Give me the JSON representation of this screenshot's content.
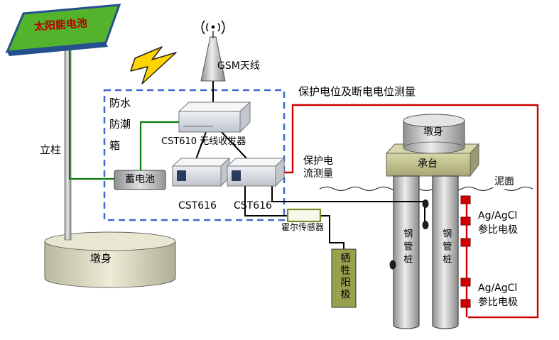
{
  "labels": {
    "solar_panel": "太阳能电池",
    "pillar": "立柱",
    "pier_left": "墩身",
    "gsm_antenna": "GSM天线",
    "waterproof_box": "防水\n防潮\n箱",
    "transceiver": "CST610 无线收发器",
    "battery": "蓄电池",
    "cst616_left": "CST616",
    "cst616_right": "CST616",
    "potential_measurement": "保护电位及断电电位测量",
    "current_measurement": "保护电\n流测量",
    "hall_sensor": "霍尔传感器",
    "sacrificial_anode": "牺牲阳极",
    "pier_right": "墩身",
    "cap": "承台",
    "pile_left": "钢管桩",
    "pile_right": "钢管桩",
    "mud_line": "泥面",
    "ref_electrode_upper": "Ag/AgCl\n参比电极",
    "ref_electrode_lower": "Ag/AgCl\n参比电极"
  },
  "colors": {
    "wire_red": "#cc0000",
    "wire_green": "#0a7a0a",
    "wire_black": "#000000",
    "dashed_box_blue": "#4169d0",
    "panel_green": "#54b32c",
    "panel_border_blue": "#24508e",
    "lightning_yellow": "#ffd400",
    "anode_olive": "#99a04e",
    "electrode_red": "#d40000",
    "hall_border_olive": "#7a8a2a"
  }
}
